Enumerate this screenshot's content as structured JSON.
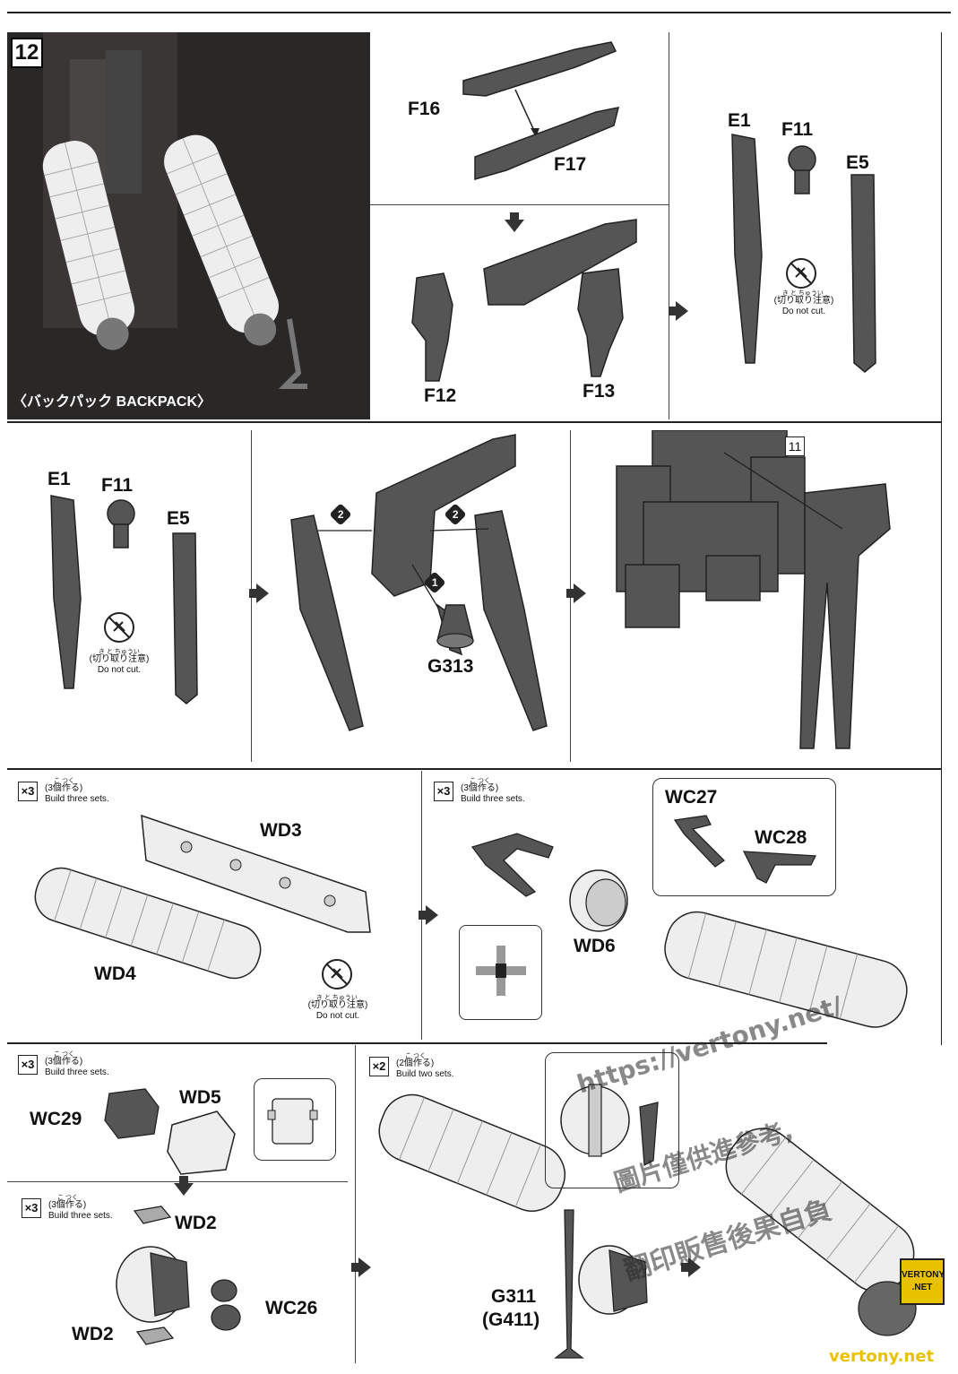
{
  "step": {
    "number": "12",
    "title": "〈バックパック BACKPACK〉"
  },
  "labels": {
    "f16": "F16",
    "f17": "F17",
    "f12": "F12",
    "f13": "F13",
    "e1": "E1",
    "f11": "F11",
    "e5": "E5",
    "g313": "G313",
    "ref11": "11",
    "wd3": "WD3",
    "wd4": "WD4",
    "wd6": "WD6",
    "wc27": "WC27",
    "wc28": "WC28",
    "wc29": "WC29",
    "wd5": "WD5",
    "wd2_top": "WD2",
    "wd2_bottom": "WD2",
    "wc26": "WC26",
    "g311": "G311",
    "g411": "(G411)",
    "num1": "1",
    "num2a": "2",
    "num2b": "2"
  },
  "notes": {
    "donotcut_jp": "(切り取り注意)",
    "donotcut_furigana": "き と ちゅうい",
    "donotcut_en": "Do not cut.",
    "make3_jp": "(3個作る)",
    "make3_furigana": "こ つく",
    "make3_en": "Build three sets.",
    "make2_jp": "(2個作る)",
    "make2_furigana": "こ つく",
    "make2_en": "Build two sets.",
    "x3": "×3",
    "x2": "×2"
  },
  "watermark": {
    "url": "https://vertony.net/",
    "line1": "圖片僅供進參考,",
    "line2": "翻印販售後果自負",
    "badge_top": "VERTONY",
    "badge_bottom": ".NET",
    "footer": "vertony.net"
  }
}
